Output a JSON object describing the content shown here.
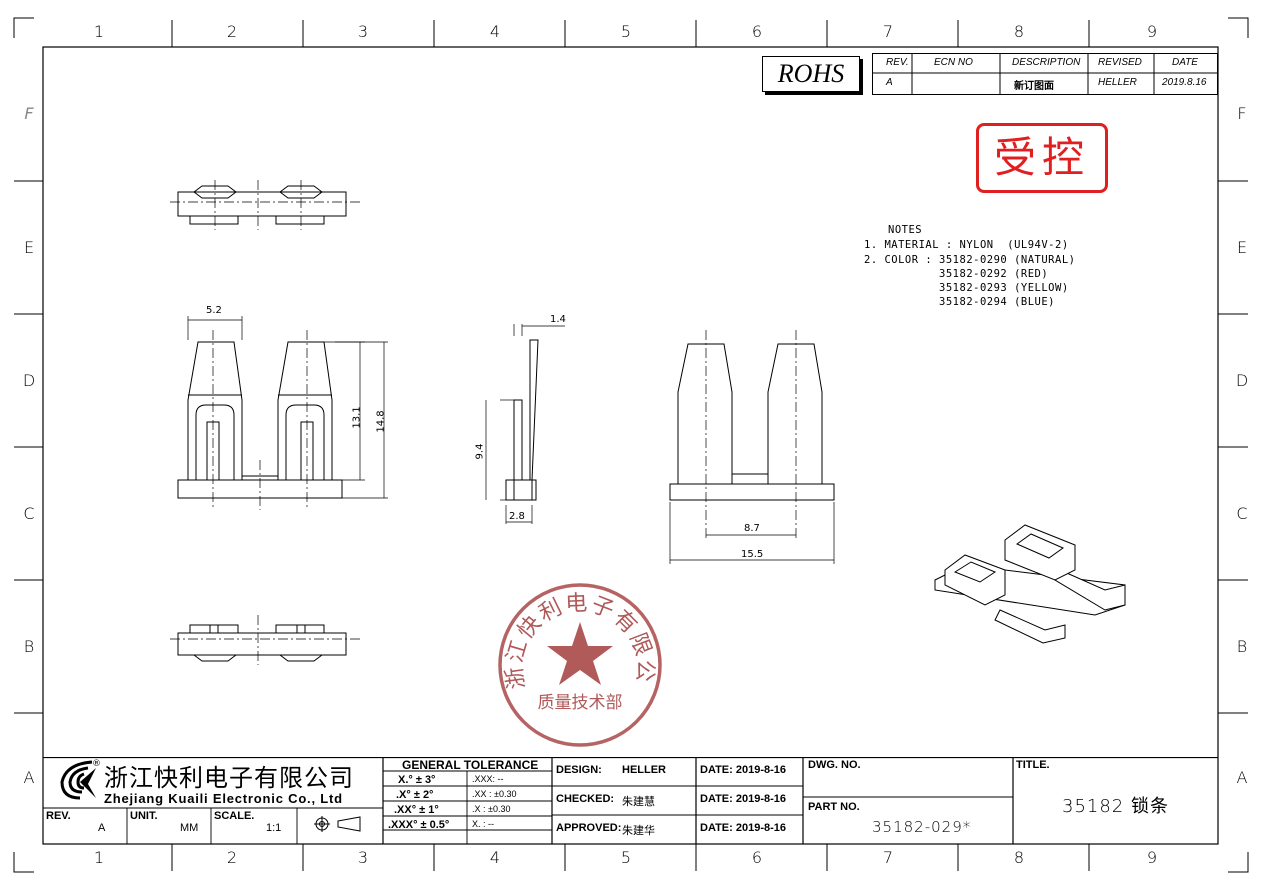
{
  "zones": {
    "columns": [
      "1",
      "2",
      "3",
      "4",
      "5",
      "6",
      "7",
      "8",
      "9"
    ],
    "rows": [
      "F",
      "E",
      "D",
      "C",
      "B",
      "A"
    ]
  },
  "rohs": "ROHS",
  "revision_table": {
    "headers": [
      "REV.",
      "ECN NO",
      "DESCRIPTION",
      "REVISED",
      "DATE"
    ],
    "row": [
      "A",
      "",
      "新订图面",
      "HELLER",
      "2019.8.16"
    ]
  },
  "controlled_stamp": "受控",
  "notes": {
    "title": "NOTES",
    "line1": "1. MATERIAL : NYLON  (UL94V-2)",
    "line2": "2. COLOR : 35182-0290 (NATURAL)",
    "line3": "           35182-0292 (RED)",
    "line4": "           35182-0293 (YELLOW)",
    "line5": "           35182-0294 (BLUE)"
  },
  "dimensions": {
    "d1": "5.2",
    "d2": "13.1",
    "d3": "14.8",
    "d4": "1.4",
    "d5": "9.4",
    "d6": "2.8",
    "d7": "8.7",
    "d8": "15.5"
  },
  "company_seal": {
    "ring": "浙江快利电子有限公司",
    "department": "质量技术部"
  },
  "title_block": {
    "company_cn": "浙江快利电子有限公司",
    "company_en": "Zhejiang Kuaili Electronic Co., Ltd",
    "registered": "®",
    "rev_label": "REV.",
    "rev_value": "A",
    "unit_label": "UNIT.",
    "unit_value": "MM",
    "scale_label": "SCALE.",
    "scale_value": "1:1",
    "tolerance_title": "GENERAL  TOLERANCE",
    "tol_l1": "X.° ± 3°",
    "tol_l2": ".X° ± 2°",
    "tol_l3": ".XX° ± 1°",
    "tol_l4": ".XXX° ± 0.5°",
    "tol_r1": ".XXX:  --",
    "tol_r2": ".XX :  ±0.30",
    "tol_r3": ".X  :  ±0.30",
    "tol_r4": "X.  :  --",
    "design_label": "DESIGN:",
    "design_value": "HELLER",
    "checked_label": "CHECKED:",
    "checked_value": "朱建慧",
    "approved_label": "APPROVED:",
    "approved_value": "朱建华",
    "date1": "DATE: 2019-8-16",
    "date2": "DATE: 2019-8-16",
    "date3": "DATE: 2019-8-16",
    "dwg_label": "DWG. NO.",
    "part_label": "PART NO.",
    "part_value": "35182-029*",
    "title_label": "TITLE.",
    "title_value": "35182 锁条"
  }
}
